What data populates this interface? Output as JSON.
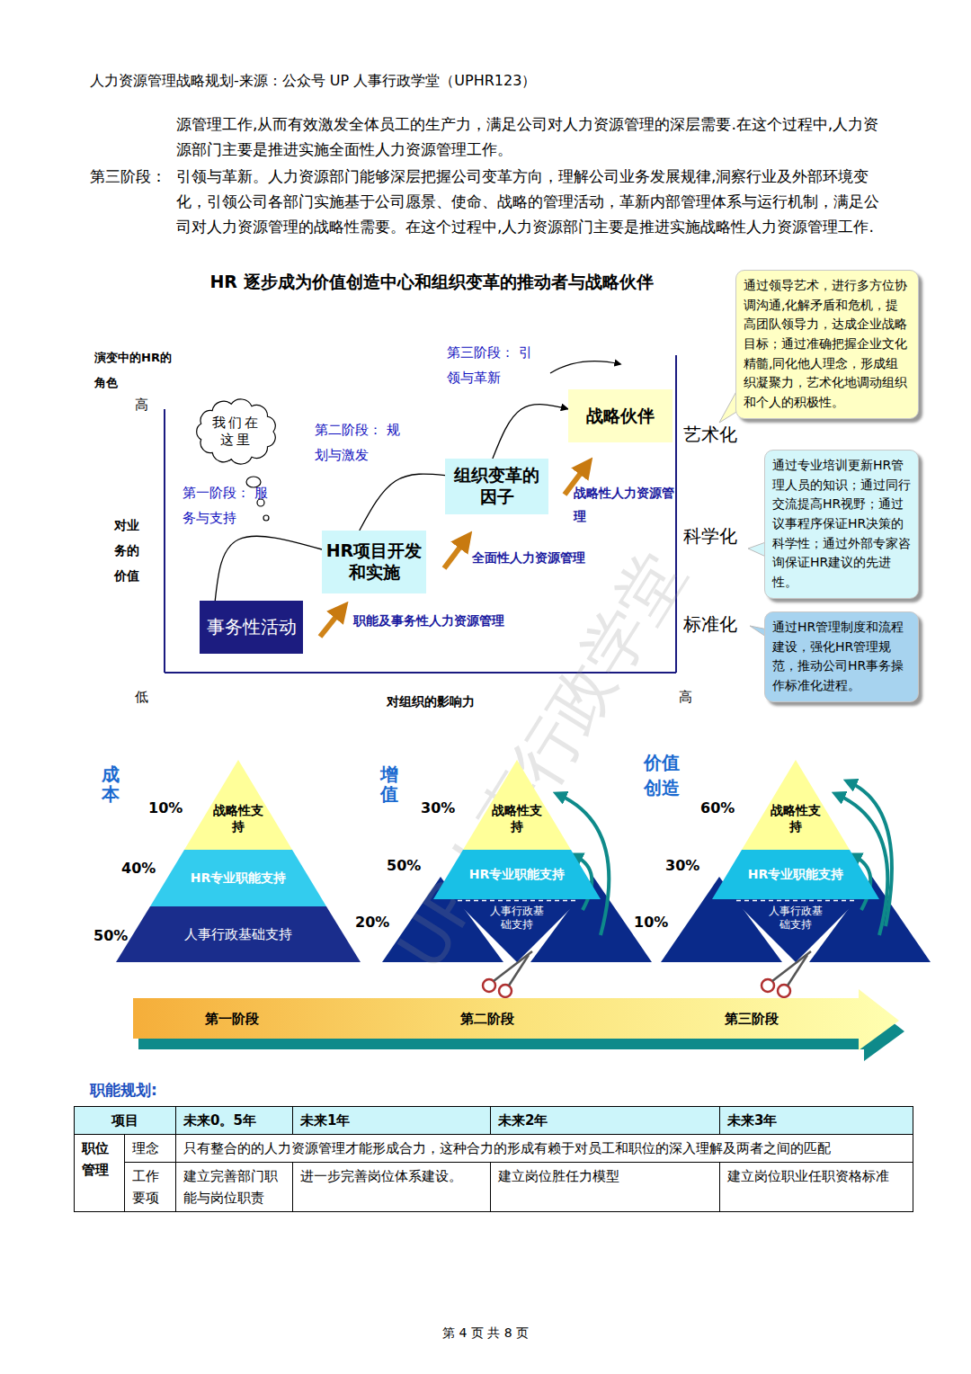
{
  "diagram": {
    "title": "HR 逐步成为价值创造中心和组织变革的推动者与战略伙伴",
    "nodes": [
      {
        "text": [
          "事务性活动"
        ]
      },
      {
        "text": [
          "HR项目开发和实施"
        ]
      },
      {
        "text": [
          "组织变革的因子"
        ]
      },
      {
        "text": [
          "战略伙伴"
        ]
      },
      {
        "text": [
          "我们在这里"
        ]
      },
      {
        "text": [
          "通过领导艺术，进行多方位协调沟通,化解矛盾和危机，提高团队领导力，达成企业战略目标；通过准确把握企业文化精髓,同化他人理念，形成组织凝聚力，艺术化地调动组织和个人的积极性。"
        ]
      },
      {
        "text": [
          "通过专业培训更新HR管理人员的知识；通过同行交流提高HR视野；通过议事程序保证HR决策的科学性；通过外部专家咨询保证HR建议的先进性。"
        ]
      },
      {
        "text": [
          "通过HR管理制度和流程建设，强化HR管理规范，推动公司HR事务操作标准化进程。"
        ]
      },
      {
        "text": [
          "战略性支持"
        ]
      },
      {
        "text": [
          "HR专业职能支持"
        ]
      },
      {
        "text": [
          "人事行政基础支持"
        ]
      },
      {
        "text": [
          "战略性支持"
        ]
      },
      {
        "text": [
          "HR专业职能支持"
        ]
      },
      {
        "text": [
          "人事行政基础支持"
        ]
      },
      {
        "text": [
          "战略性支持"
        ]
      },
      {
        "text": [
          "HR专业职能支持"
        ]
      },
      {
        "text": [
          "人事行政基础支持"
        ]
      }
    ],
    "edges": [
      {
        "from": 0,
        "to": 1,
        "arrow": "none"
      },
      {
        "from": 1,
        "to": 2,
        "arrow": "none"
      },
      {
        "from": 2,
        "to": 3,
        "arrow": "to"
      }
    ],
    "labels": [
      "人力资源管理战略规划-来源：公众号 UP 人事行政学堂（UPHR123）",
      "源管理工作,从而有效激发全体员工的生产力，满足公司对人力资源管理的深层需要.在这个过程中,人力资源部门主要是推进实施全面性人力资源管理工作。",
      "第三阶段：",
      "引领与革新。人力资源部门能够深层把握公司变革方向，理解公司业务发展规律,洞察行业及外部环境变化，引领公司各部门实施基于公司愿景、使命、战略的管理活动，革新内部管理体系与运行机制，满足公司对人力资源管理的战略性需要。在这个过程中,人力资源部门主要是推进实施战略性人力资源管理工作.",
      "演变中的HR的角色",
      "高",
      "对业务的价值",
      "低",
      "对组织的影响力",
      "高",
      "第一阶段： 服务与支持",
      "第二阶段： 规划与激发",
      "第三阶段： 引领与革新",
      "职能及事务性人力资源管理",
      "全面性人力资源管理",
      "战略性人力资源管理",
      "艺术化",
      "科学化",
      "标准化",
      "成本",
      "10%",
      "40%",
      "50%",
      "增值",
      "30%",
      "50%",
      "20%",
      "价值创造",
      "60%",
      "30%",
      "10%",
      "第一阶段",
      "第二阶段",
      "第三阶段",
      "职能规划:",
      "项目",
      "未来0。5年",
      "未来1年",
      "未来2年",
      "未来3年",
      "职位管理",
      "理念",
      "只有整合的的人力资源管理才能形成合力，这种合力的形成有赖于对员工和职位的深入理解及两者之间的匹配",
      "工作要项",
      "建立完善部门职能与岗位职责",
      "进一步完善岗位体系建设。",
      "建立岗位胜任力模型",
      "建立岗位职业任职资格标准",
      "第 4 页 共 8 页",
      "UP人事行政学堂"
    ]
  }
}
